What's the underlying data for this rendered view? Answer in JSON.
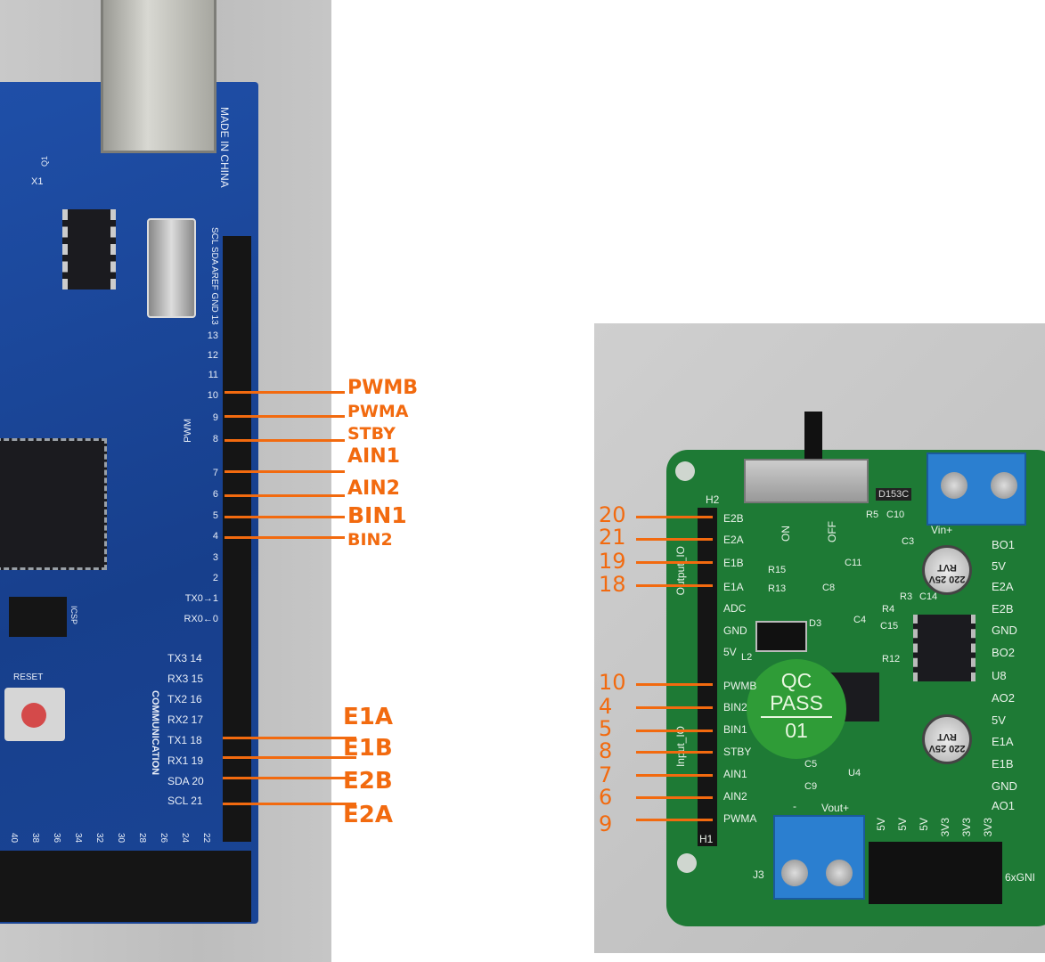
{
  "left_board": {
    "made_in": "MADE IN CHINA",
    "top_header": "SCL SDA AREF GND 13",
    "pwm_label": "PWM",
    "communication_label": "COMMUNICATION",
    "reset_label": "RESET",
    "icsp_label": "ICSP",
    "x1_label": "X1",
    "q1_label": "Q1",
    "pins": [
      "13",
      "12",
      "11",
      "10",
      "9",
      "8",
      "7",
      "6",
      "5",
      "4",
      "3",
      "2",
      "TX0→1",
      "RX0←0"
    ],
    "comm_pins": [
      "TX3 14",
      "RX3 15",
      "TX2 16",
      "RX2 17",
      "TX1 18",
      "RX1 19",
      "SDA 20",
      "SCL 21"
    ],
    "bottom_pins": [
      "40",
      "38",
      "36",
      "34",
      "32",
      "30",
      "28",
      "26",
      "24",
      "22"
    ]
  },
  "left_annotations": {
    "pins_labels": [
      "PWMB",
      "PWMA",
      "STBY",
      "AIN1",
      "AIN2",
      "BIN1",
      "BIN2"
    ],
    "encoder_labels": [
      "E1A",
      "E1B",
      "E2B",
      "E2A"
    ]
  },
  "right_board": {
    "h2": "H2",
    "h1": "H1",
    "output_io": "Output_IO",
    "input_io": "Input_IO",
    "left_pins": [
      "E2B",
      "E2A",
      "E1B",
      "E1A",
      "ADC",
      "GND",
      "5V",
      "PWMB",
      "BIN2",
      "BIN1",
      "STBY",
      "AIN1",
      "AIN2",
      "PWMA"
    ],
    "right_pins": [
      "BO1",
      "5V",
      "E2A",
      "E2B",
      "GND",
      "BO2",
      "U8",
      "AO2",
      "5V",
      "E1A",
      "E1B",
      "GND",
      "AO1"
    ],
    "bottom_pins": [
      "5V",
      "5V",
      "5V",
      "3V3",
      "3V3",
      "3V3"
    ],
    "switch_on": "ON",
    "switch_off": "OFF",
    "chip_mark": "D153C",
    "vin": "Vin+",
    "vout": "Vout+",
    "minus": "-",
    "j3": "J3",
    "gnd_header": "6xGNI",
    "cap_text": "220 25V RVT",
    "qc": {
      "line1": "QC",
      "line2": "PASS",
      "line3": "01"
    },
    "components": [
      "R15",
      "R13",
      "C8",
      "C11",
      "R3",
      "R4",
      "C14",
      "C3",
      "C4",
      "C15",
      "D3",
      "L2",
      "R12",
      "U4",
      "C5",
      "C9",
      "R5",
      "C10"
    ]
  },
  "right_annotations": [
    "20",
    "21",
    "19",
    "18",
    "10",
    "4",
    "5",
    "8",
    "7",
    "6",
    "9"
  ],
  "colors": {
    "annotation": "#f26a0f",
    "left_pcb": "#1a4596",
    "right_pcb": "#1e7a35"
  }
}
